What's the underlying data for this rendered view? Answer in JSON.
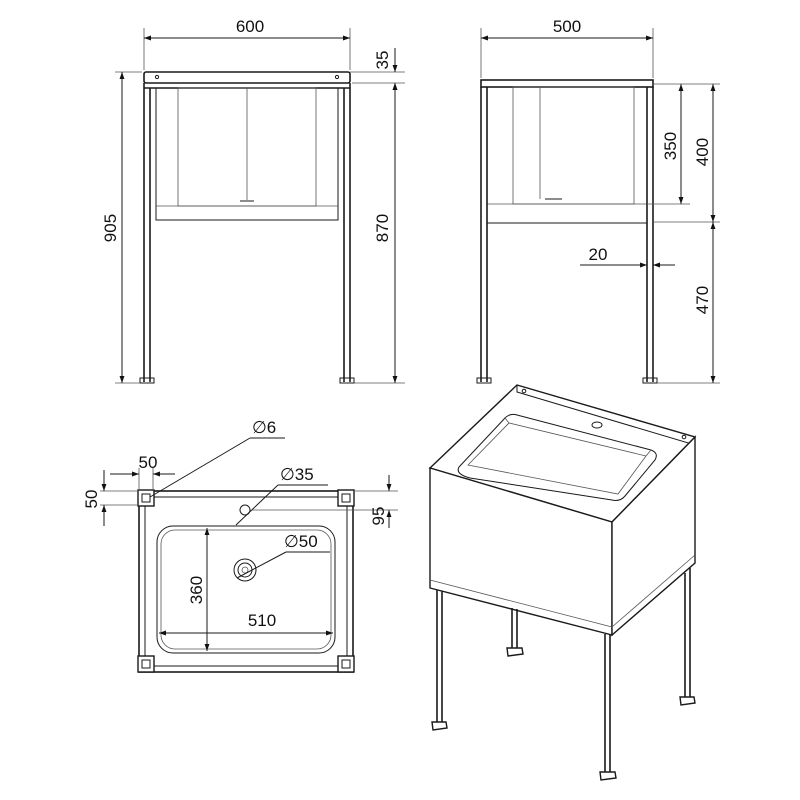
{
  "front_view": {
    "width": "600",
    "top_thickness": "35",
    "total_height": "905",
    "leg_height": "870"
  },
  "side_view": {
    "depth": "500",
    "bowl_depth": "350",
    "cabinet_height": "400",
    "leg_width": "20",
    "leg_clearance": "470"
  },
  "plan_view": {
    "hole_diameter": "∅6",
    "faucet_hole_diameter": "∅35",
    "drain_diameter": "∅50",
    "corner_x": "50",
    "corner_y": "50",
    "faucet_offset": "95",
    "bowl_depth": "360",
    "bowl_width": "510"
  }
}
